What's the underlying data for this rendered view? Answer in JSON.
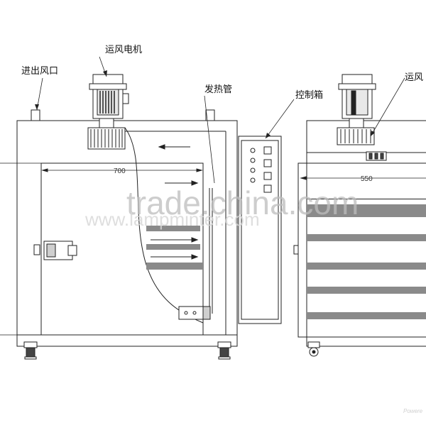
{
  "labels": {
    "inlet_outlet": "进出风口",
    "fan_motor_left": "运风电机",
    "heating_tube": "发热管",
    "control_box": "控制箱",
    "fan_motor_right": "运风"
  },
  "dimensions": {
    "front_width": "700",
    "side_width": "550"
  },
  "watermark": {
    "primary": "trade.china.com",
    "secondary": "www.lampminter.com",
    "footer": "Powere"
  },
  "colors": {
    "line": "#222222",
    "tray_bar": "#8a8a8a",
    "watermark": "#bdbdbd"
  }
}
